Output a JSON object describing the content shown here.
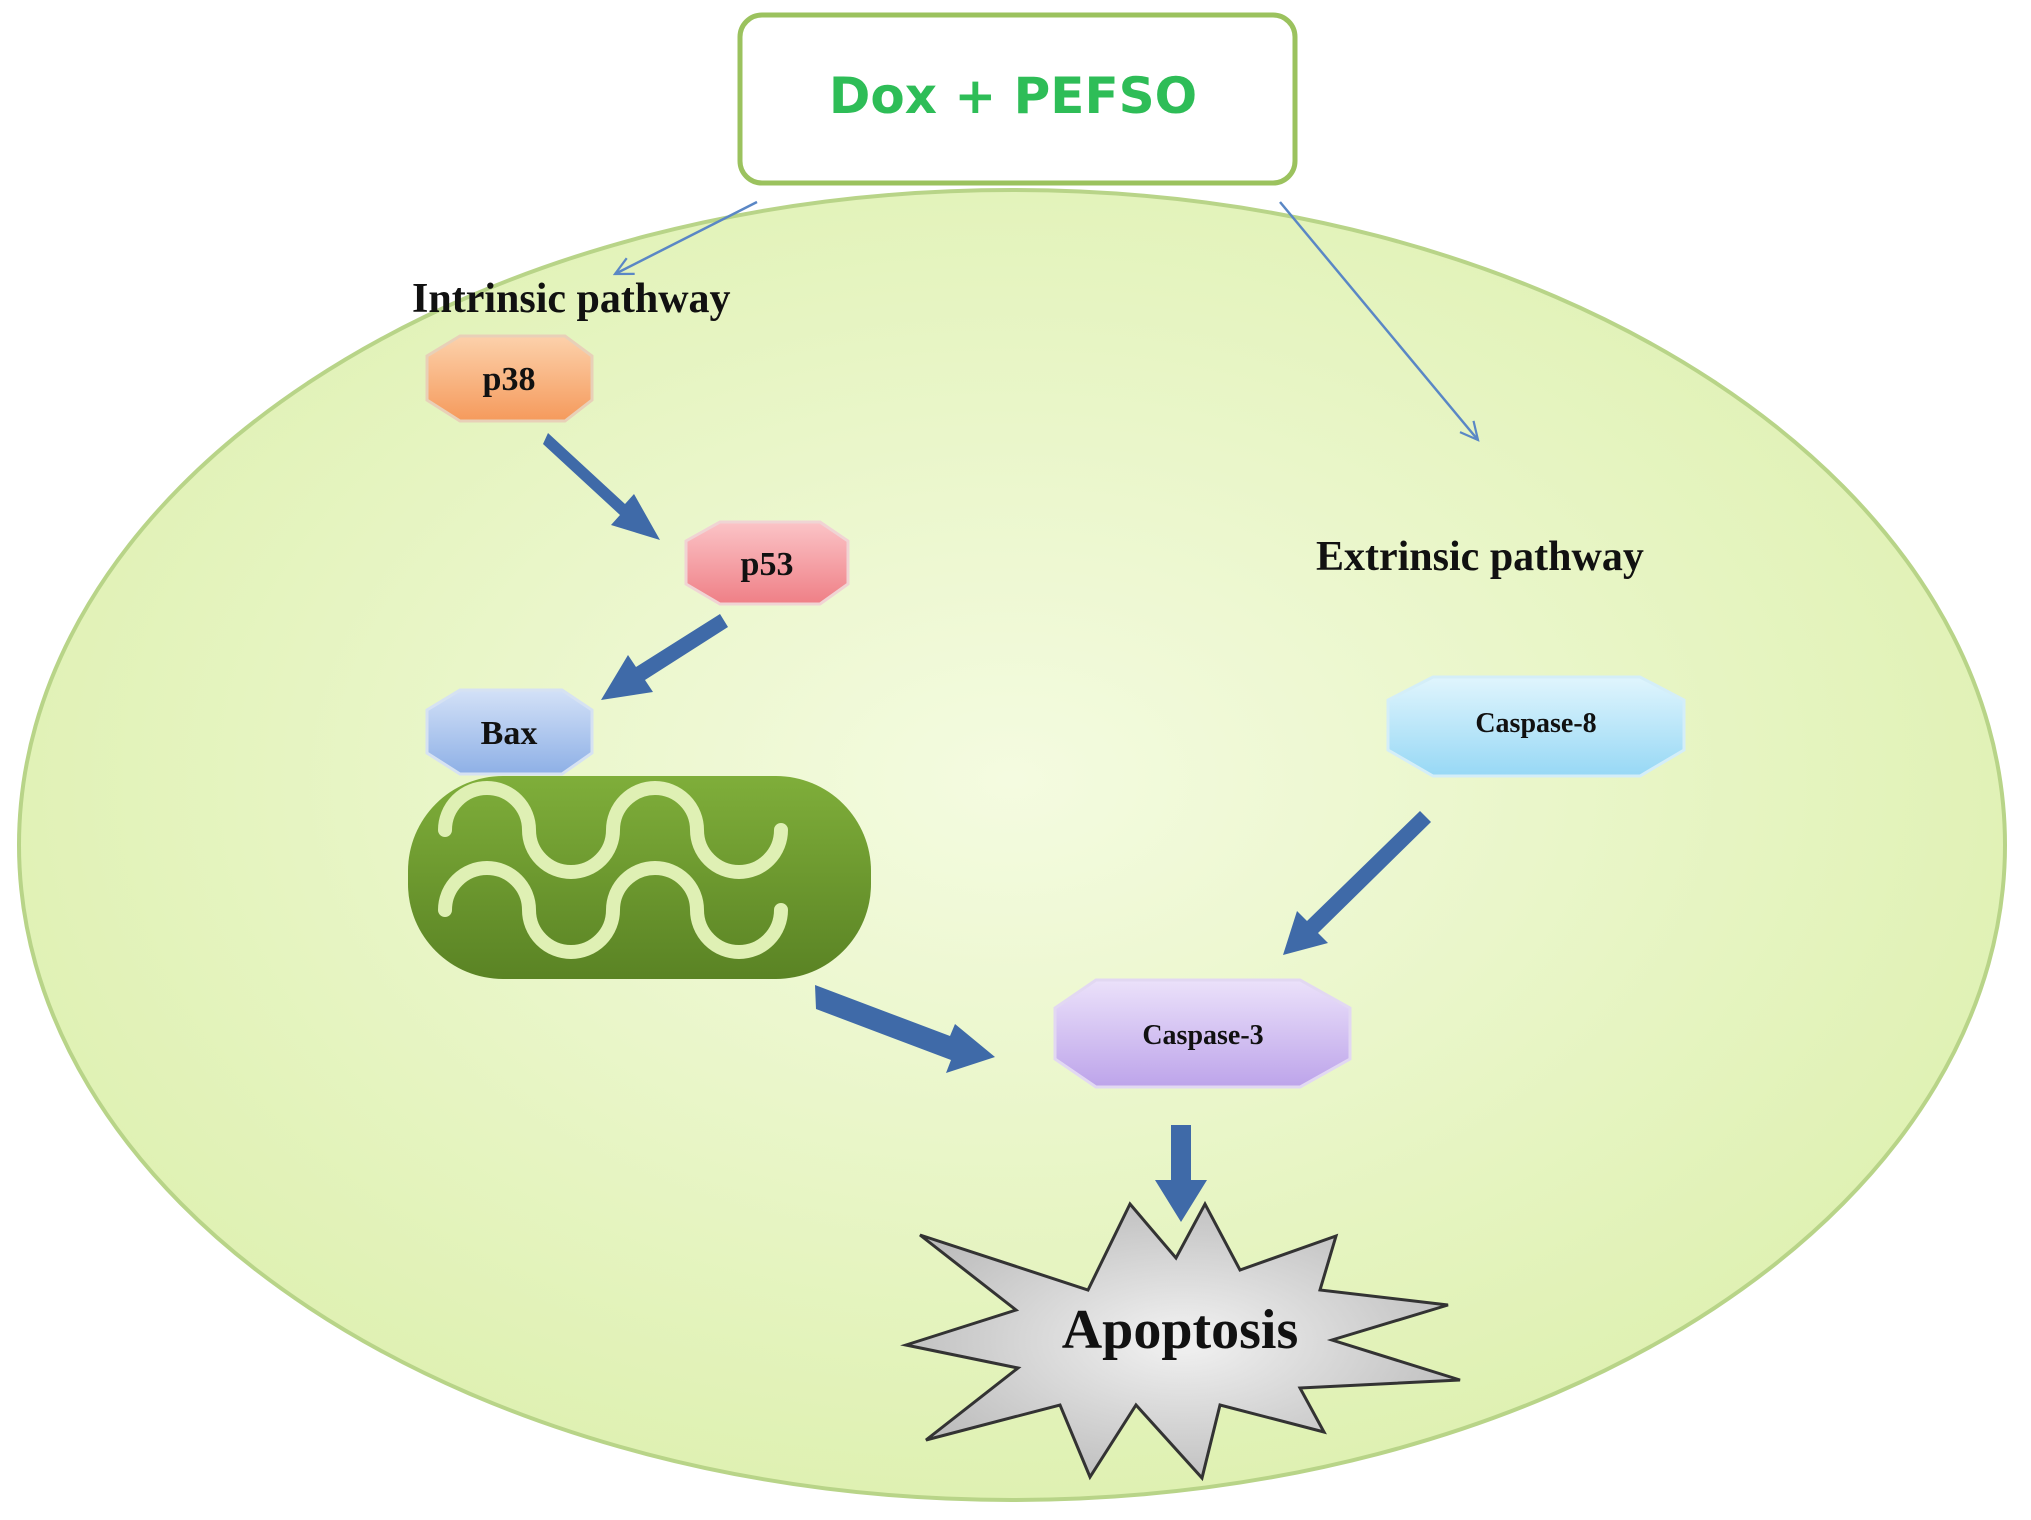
{
  "treatment": {
    "label": "Dox + PEFSO"
  },
  "pathways": {
    "intrinsic": "Intrinsic pathway",
    "extrinsic": "Extrinsic pathway"
  },
  "nodes": {
    "p38": "p38",
    "p53": "p53",
    "bax": "Bax",
    "caspase8": "Caspase-8",
    "caspase3": "Caspase-3"
  },
  "outcome": {
    "label": "Apoptosis"
  },
  "colors": {
    "cell_fill": "#e9f7c7",
    "cell_stroke": "#a3c76a",
    "treatment_text": "#2ebd57",
    "arrow": "#3f6aa8",
    "thin_arrow": "#5a87c5",
    "mitochondrion": "#6f9a2f",
    "p38": "#f9b27a",
    "p53": "#f59aa0",
    "bax": "#a9c3ee",
    "caspase8": "#b7e6fa",
    "caspase3": "#d2bff0",
    "burst": "#d8d8d8"
  },
  "icons": [
    "mitochondrion-icon",
    "apoptosis-burst-icon"
  ]
}
